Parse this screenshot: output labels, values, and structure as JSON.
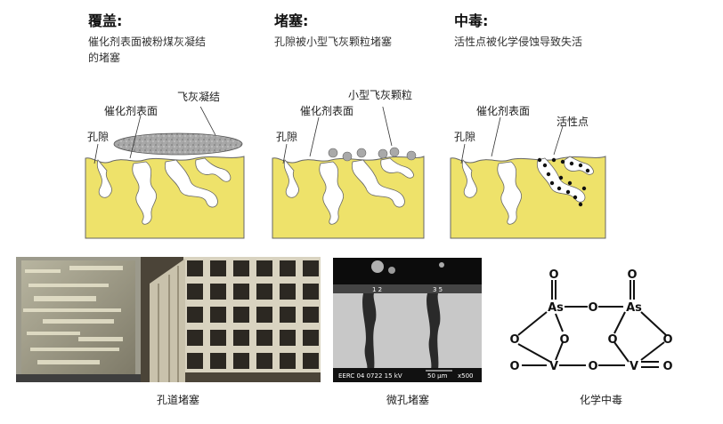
{
  "mechanisms": [
    {
      "title": "覆盖:",
      "desc_line1": "催化剂表面被粉煤灰凝结",
      "desc_line2": "的堵塞"
    },
    {
      "title": "堵塞:",
      "desc_line1": "孔隙被小型飞灰颗粒堵塞"
    },
    {
      "title": "中毒:",
      "desc_line1": "活性点被化学侵蚀导致失活"
    }
  ],
  "labels": {
    "covering": {
      "ash_deposit": "飞灰凝结",
      "catalyst_surface": "催化剂表面",
      "pore": "孔隙"
    },
    "plugging": {
      "small_ash": "小型飞灰颗粒",
      "catalyst_surface": "催化剂表面",
      "pore": "孔隙"
    },
    "poisoning": {
      "catalyst_surface": "催化剂表面",
      "active_site": "活性点",
      "pore": "孔隙"
    }
  },
  "sem_micrograph": {
    "label_text": "EERC 04 0722 15 kV",
    "scale_bar": "50 μm",
    "magnification": "x500",
    "marker_left": "1 2",
    "marker_right": "3 5"
  },
  "chem_structure": {
    "atoms": {
      "o": "O",
      "as": "As",
      "v": "V"
    }
  },
  "captions": {
    "channel_plugging": "孔道堵塞",
    "micropore_plugging": "微孔堵塞",
    "chemical_poisoning": "化学中毒"
  },
  "colors": {
    "catalyst_fill": "#eee26a",
    "ash": "#a9a9a9",
    "pore_fill": "#ffffff"
  }
}
